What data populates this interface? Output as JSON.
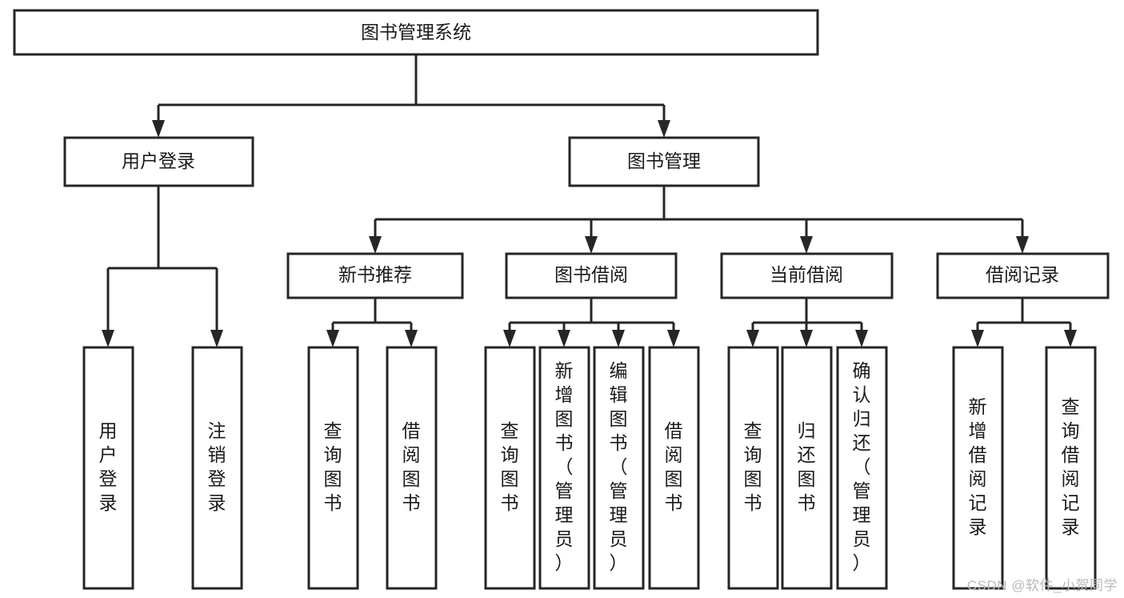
{
  "diagram": {
    "type": "tree-hierarchy-chart",
    "title_text": "图书管理系统",
    "watermark": "CSDN @软件_小贺同学",
    "colors": {
      "box_stroke": "#262626",
      "box_fill": "#ffffff",
      "connector": "#262626",
      "text": "#1a1a1a",
      "watermark": "#b9b9b9",
      "background": "#ffffff"
    },
    "levels": {
      "level1": [
        {
          "id": "root",
          "label": "图书管理系统",
          "orientation": "horizontal"
        }
      ],
      "level2": [
        {
          "id": "user-login",
          "label": "用户登录",
          "orientation": "horizontal",
          "parent": "root"
        },
        {
          "id": "book-manage",
          "label": "图书管理",
          "orientation": "horizontal",
          "parent": "root"
        }
      ],
      "level3": [
        {
          "id": "new-book-recommend",
          "label": "新书推荐",
          "orientation": "horizontal",
          "parent": "book-manage"
        },
        {
          "id": "book-borrow",
          "label": "图书借阅",
          "orientation": "horizontal",
          "parent": "book-manage"
        },
        {
          "id": "current-borrow",
          "label": "当前借阅",
          "orientation": "horizontal",
          "parent": "book-manage"
        },
        {
          "id": "borrow-record",
          "label": "借阅记录",
          "orientation": "horizontal",
          "parent": "book-manage"
        }
      ],
      "level4": [
        {
          "id": "leaf-user-login",
          "label": "用户登录",
          "chars": [
            "用",
            "户",
            "登",
            "录"
          ],
          "orientation": "vertical",
          "parent": "user-login"
        },
        {
          "id": "leaf-logout-login",
          "label": "注销登录",
          "chars": [
            "注",
            "销",
            "登",
            "录"
          ],
          "orientation": "vertical",
          "parent": "user-login"
        },
        {
          "id": "leaf-query-book-1",
          "label": "查询图书",
          "chars": [
            "查",
            "询",
            "图",
            "书"
          ],
          "orientation": "vertical",
          "parent": "new-book-recommend"
        },
        {
          "id": "leaf-borrow-book-1",
          "label": "借阅图书",
          "chars": [
            "借",
            "阅",
            "图",
            "书"
          ],
          "orientation": "vertical",
          "parent": "new-book-recommend"
        },
        {
          "id": "leaf-query-book-2",
          "label": "查询图书",
          "chars": [
            "查",
            "询",
            "图",
            "书"
          ],
          "orientation": "vertical",
          "parent": "book-borrow"
        },
        {
          "id": "leaf-add-book",
          "label": "新增图书（管理员）",
          "chars": [
            "新",
            "增",
            "图",
            "书",
            "（",
            "管",
            "理",
            "员",
            "）"
          ],
          "orientation": "vertical",
          "parent": "book-borrow"
        },
        {
          "id": "leaf-edit-book",
          "label": "编辑图书（管理员）",
          "chars": [
            "编",
            "辑",
            "图",
            "书",
            "（",
            "管",
            "理",
            "员",
            "）"
          ],
          "orientation": "vertical",
          "parent": "book-borrow"
        },
        {
          "id": "leaf-borrow-book-2",
          "label": "借阅图书",
          "chars": [
            "借",
            "阅",
            "图",
            "书"
          ],
          "orientation": "vertical",
          "parent": "book-borrow"
        },
        {
          "id": "leaf-query-book-3",
          "label": "查询图书",
          "chars": [
            "查",
            "询",
            "图",
            "书"
          ],
          "orientation": "vertical",
          "parent": "current-borrow"
        },
        {
          "id": "leaf-return-book",
          "label": "归还图书",
          "chars": [
            "归",
            "还",
            "图",
            "书"
          ],
          "orientation": "vertical",
          "parent": "current-borrow"
        },
        {
          "id": "leaf-confirm-return",
          "label": "确认归还（管理员）",
          "chars": [
            "确",
            "认",
            "归",
            "还",
            "（",
            "管",
            "理",
            "员",
            "）"
          ],
          "orientation": "vertical",
          "parent": "current-borrow"
        },
        {
          "id": "leaf-add-record",
          "label": "新增借阅记录",
          "chars": [
            "新",
            "增",
            "借",
            "阅",
            "记",
            "录"
          ],
          "orientation": "vertical",
          "parent": "borrow-record"
        },
        {
          "id": "leaf-query-record",
          "label": "查询借阅记录",
          "chars": [
            "查",
            "询",
            "借",
            "阅",
            "记",
            "录"
          ],
          "orientation": "vertical",
          "parent": "borrow-record"
        }
      ]
    }
  }
}
